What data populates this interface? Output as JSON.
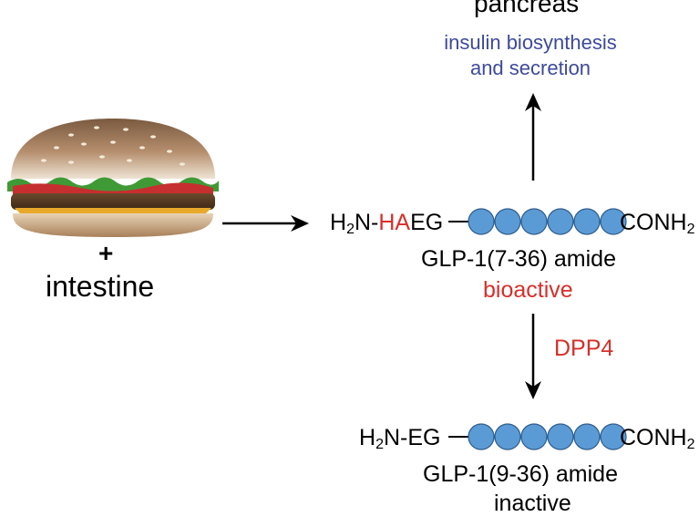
{
  "top": {
    "organ": "pancreas",
    "effect_line1": "insulin biosynthesis",
    "effect_line2": "and secretion"
  },
  "left": {
    "plus": "+",
    "site": "intestine",
    "food_icon": "hamburger-icon"
  },
  "active_peptide": {
    "n_term_prefix": "H",
    "n_term_sub": "2",
    "n_term_dash": "N-",
    "n_term_cleaved": "HA",
    "n_term_rest": "EG",
    "c_term_prefix": "CONH",
    "c_term_sub": "2",
    "name": "GLP-1(7-36) amide",
    "status": "bioactive",
    "residue_count": 6
  },
  "enzyme": "DPP4",
  "inactive_peptide": {
    "n_term_prefix": "H",
    "n_term_sub": "2",
    "n_term_rest": "N-EG",
    "c_term_prefix": "CONH",
    "c_term_sub": "2",
    "name": "GLP-1(9-36) amide",
    "status": "inactive",
    "residue_count": 6
  },
  "colors": {
    "residue_fill": "#5b9bd5",
    "residue_stroke": "#2f5c8a",
    "highlight_red": "#d6302b",
    "effect_blue": "#3d4a9c"
  }
}
